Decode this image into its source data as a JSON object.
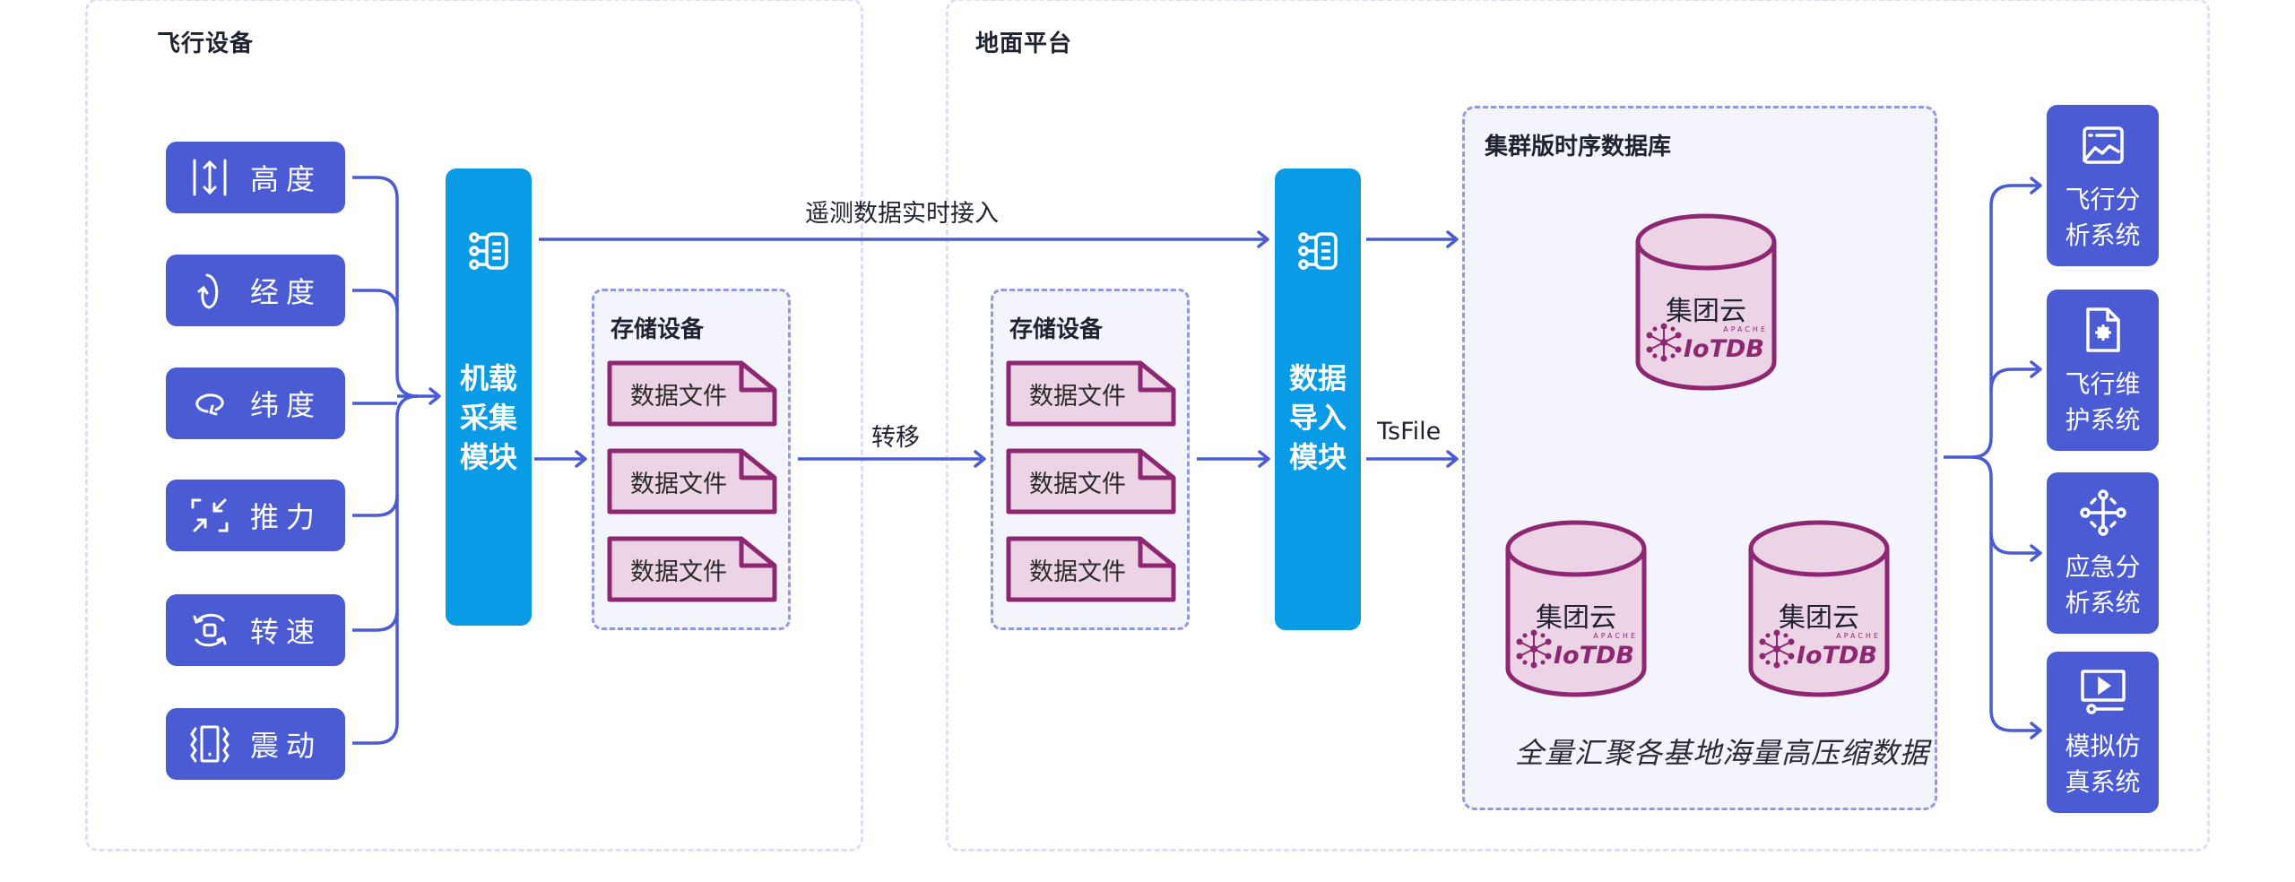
{
  "panels": {
    "flight": {
      "title": "飞行设备"
    },
    "ground": {
      "title": "地面平台"
    }
  },
  "sensors": [
    {
      "label": "高度",
      "icon": "altitude-icon"
    },
    {
      "label": "经度",
      "icon": "longitude-rotate-icon"
    },
    {
      "label": "纬度",
      "icon": "latitude-rotate-icon"
    },
    {
      "label": "推力",
      "icon": "thrust-compress-icon"
    },
    {
      "label": "转速",
      "icon": "rotation-speed-icon"
    },
    {
      "label": "震动",
      "icon": "vibration-phone-icon"
    }
  ],
  "modules": {
    "collector": {
      "label": "机载\n采集\n模块",
      "icon": "data-structure-icon"
    },
    "importer": {
      "label": "数据\n导入\n模块",
      "icon": "data-structure-icon"
    }
  },
  "storage": [
    {
      "title": "存储设备",
      "files": [
        "数据文件",
        "数据文件",
        "数据文件"
      ]
    },
    {
      "title": "存储设备",
      "files": [
        "数据文件",
        "数据文件",
        "数据文件"
      ]
    }
  ],
  "edges": {
    "realtime": "遥测数据实时接入",
    "transfer": "转移",
    "tsfile": "TsFile"
  },
  "cluster": {
    "title": "集群版时序数据库",
    "nodes": [
      {
        "label": "集团云",
        "logo_top": "APACHE",
        "logo_main": "IoTDB"
      },
      {
        "label": "集团云",
        "logo_top": "APACHE",
        "logo_main": "IoTDB"
      },
      {
        "label": "集团云",
        "logo_top": "APACHE",
        "logo_main": "IoTDB"
      }
    ],
    "caption": "全量汇聚各基地海量高压缩数据"
  },
  "systems": [
    {
      "label": "飞行分\n析系统",
      "icon": "analytics-chart-icon"
    },
    {
      "label": "飞行维\n护系统",
      "icon": "document-gear-icon"
    },
    {
      "label": "应急分\n析系统",
      "icon": "network-hub-icon"
    },
    {
      "label": "模拟仿\n真系统",
      "icon": "video-player-icon"
    }
  ],
  "colors": {
    "sensor_bg": "#4a5bd4",
    "module_bg": "#0a9be6",
    "wire": "#4a5bd4",
    "db_stroke": "#8e2772",
    "db_fill": "#ecd4e6",
    "panel_border": "#dcdff6",
    "group_border": "#8f9ae0"
  }
}
